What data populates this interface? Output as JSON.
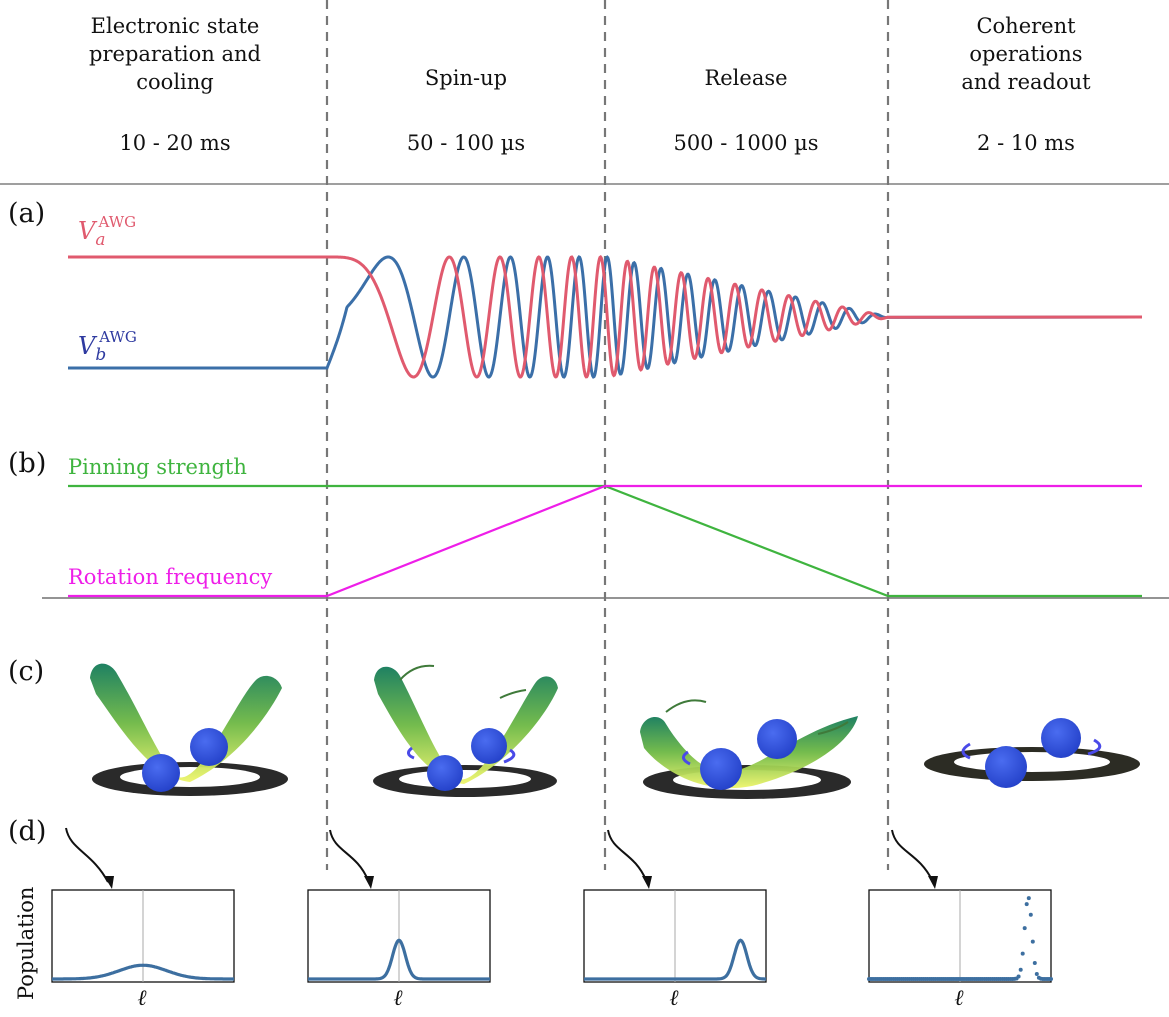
{
  "phases": [
    {
      "title": "Electronic state preparation and cooling",
      "lines": [
        "Electronic state",
        "preparation and",
        "cooling"
      ],
      "duration": "10 - 20 ms"
    },
    {
      "title": "Spin-up",
      "lines": [
        "Spin-up"
      ],
      "duration": "50 - 100 µs"
    },
    {
      "title": "Release",
      "lines": [
        "Release"
      ],
      "duration": "500 - 1000 µs"
    },
    {
      "title": "Coherent operations and readout",
      "lines": [
        "Coherent",
        "operations",
        "and readout"
      ],
      "duration": "2 - 10 ms"
    }
  ],
  "panels": {
    "a": "(a)",
    "b": "(b)",
    "c": "(c)",
    "d": "(d)"
  },
  "signals": {
    "a": {
      "symbol": "V",
      "sub": "a",
      "sup": "AWG",
      "color": "#e05a6e"
    },
    "b": {
      "symbol": "V",
      "sub": "b",
      "sup": "AWG",
      "color": "#3b6fa8"
    }
  },
  "traces": {
    "pinning": {
      "label": "Pinning strength",
      "color": "#3fb43f"
    },
    "rotation": {
      "label": "Rotation frequency",
      "color": "#ee1ee8"
    }
  },
  "population": {
    "ylabel": "Population",
    "xlabel": "ℓ",
    "curve_color": "#3d6fa0",
    "distributions": [
      {
        "center": 0.0,
        "width": 0.26,
        "height": 0.16,
        "style": "line"
      },
      {
        "center": 0.0,
        "width": 0.07,
        "height": 0.45,
        "style": "line"
      },
      {
        "center": 0.72,
        "width": 0.07,
        "height": 0.45,
        "style": "line"
      },
      {
        "center": 0.75,
        "width": 0.04,
        "height": 0.95,
        "style": "dots"
      }
    ]
  },
  "colors": {
    "divider": "#777777",
    "axis": "#555555",
    "ring": "#2a2a2a",
    "ball": "#3558e0"
  }
}
